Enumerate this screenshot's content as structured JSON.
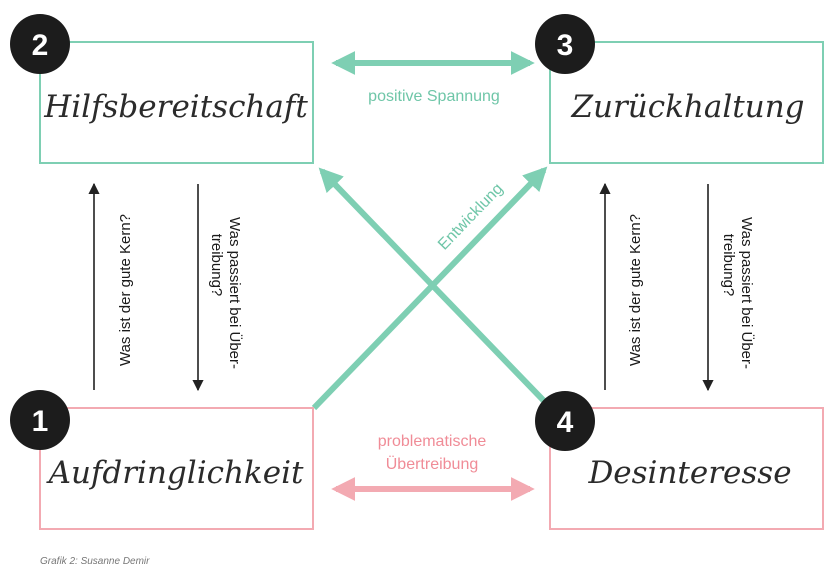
{
  "colors": {
    "green": "#7ecfb3",
    "green_text": "#6fc6a8",
    "pink": "#f3aab2",
    "pink_text": "#f08c97",
    "badge": "#1c1c1c",
    "black_arrow": "#222222"
  },
  "boxes": {
    "box2": {
      "number": "2",
      "label": "Hilfsbereitschaft"
    },
    "box3": {
      "number": "3",
      "label": "Zurückhaltung"
    },
    "box1": {
      "number": "1",
      "label": "Aufdringlichkeit"
    },
    "box4": {
      "number": "4",
      "label": "Desinteresse"
    }
  },
  "relations": {
    "top": "positive Spannung",
    "bottom_line1": "problematische",
    "bottom_line2": "Übertreibung",
    "diagonal": "Entwicklung"
  },
  "side_labels": {
    "left_up": "Was ist der gute Kern?",
    "left_down_line1": "Was passiert bei Über-",
    "left_down_line2": "treibung?",
    "right_up": "Was ist der gute Kern?",
    "right_down_line1": "Was passiert bei Über-",
    "right_down_line2": "treibung?"
  },
  "caption": "Grafik 2: Susanne Demir"
}
